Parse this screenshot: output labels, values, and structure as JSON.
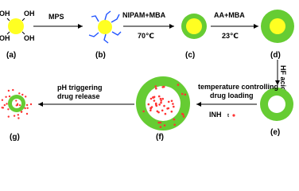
{
  "colors": {
    "silica_core": "#ffff22",
    "polymer_shell": "#66cc33",
    "hollow_interior": "#ffffff",
    "vinyl_groups": "#2255ff",
    "drug_dots": "#ff3333",
    "arrow": "#000000"
  },
  "particles": {
    "a": {
      "label": "(a)",
      "hydroxyl": [
        "OH",
        "OH",
        "OH",
        "OH"
      ]
    },
    "b": {
      "label": "(b)"
    },
    "c": {
      "label": "(c)"
    },
    "d": {
      "label": "(d)"
    },
    "e": {
      "label": "(e)"
    },
    "f": {
      "label": "(f)"
    },
    "g": {
      "label": "(g)"
    }
  },
  "steps": {
    "a_b": {
      "reagent": "MPS"
    },
    "b_c": {
      "reagent": "NIPAM+MBA",
      "condition": "70℃"
    },
    "c_d": {
      "reagent": "AA+MBA",
      "condition": "23℃"
    },
    "d_e": {
      "reagent": "HF acid"
    },
    "e_f": {
      "line1": "temperature controlling",
      "line2": "drug loading",
      "drug_label": "INH"
    },
    "f_g": {
      "line1": "pH triggering",
      "line2": "drug release"
    }
  }
}
